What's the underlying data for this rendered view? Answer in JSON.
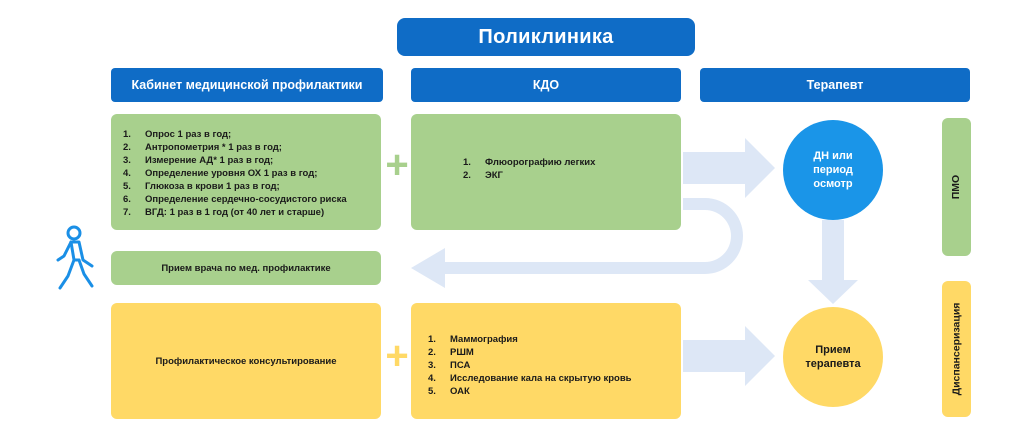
{
  "title": "Поликлиника",
  "columns": {
    "left": "Кабинет медицинской профилактики",
    "middle": "КДО",
    "right": "Терапевт"
  },
  "green_left": {
    "items": [
      "Опрос 1 раз в год;",
      "Антропометрия * 1 раз в год;",
      "Измерение АД* 1 раз в год;",
      "Определение уровня ОХ 1 раз в год;",
      "Глюкоза в крови 1 раз в год;",
      "Определение сердечно-сосудистого риска",
      "ВГД: 1 раз в 1 год (от 40 лет и старше)"
    ]
  },
  "green_middle": {
    "items": [
      "Флюорографию легких",
      "ЭКГ"
    ]
  },
  "doctor_box": "Прием врача по мед. профилактике",
  "yellow_left": "Профилактическое консультирование",
  "yellow_middle": {
    "items": [
      "Маммография",
      "РШМ",
      "ПСА",
      "Исследование кала на скрытую кровь",
      "ОАК"
    ]
  },
  "circle_top": [
    "ДН или",
    "период",
    "осмотр"
  ],
  "circle_bottom": [
    "Прием",
    "терапевта"
  ],
  "side_top": "ПМО",
  "side_bottom": "Диспансеризация",
  "plus": "+",
  "colors": {
    "header": "#0f6cc6",
    "green": "#a8d08d",
    "yellow": "#ffd966",
    "circle_blue": "#1a95e8",
    "arrow": "#dde7f6"
  }
}
